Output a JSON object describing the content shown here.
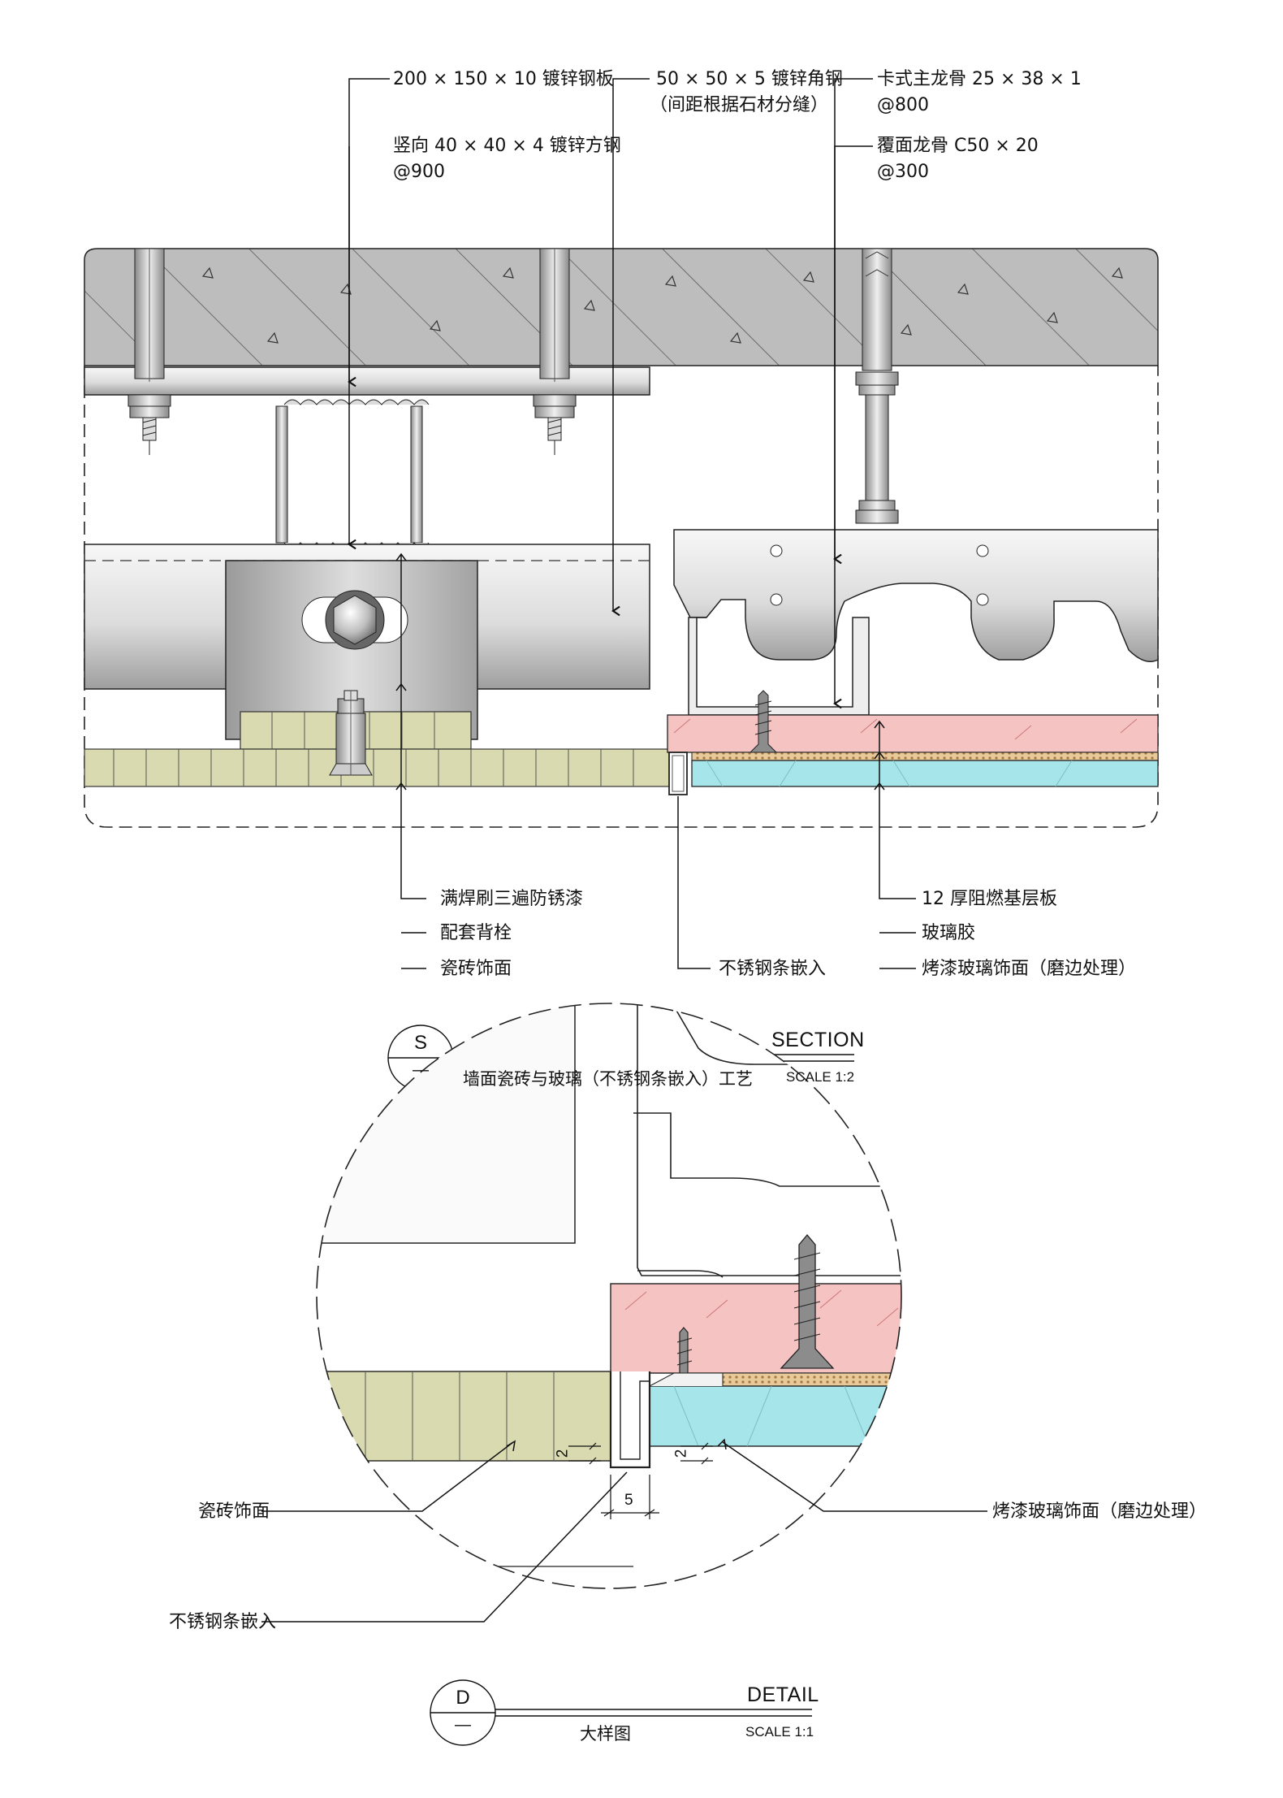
{
  "section": {
    "callouts_top": {
      "steel_plate": "200 × 150 × 10 镀锌钢板",
      "square_tube_line1": "竖向 40 × 40 × 4 镀锌方钢",
      "square_tube_line2": "@900",
      "angle_line1": "50 × 50 × 5 镀锌角钢",
      "angle_line2": "（间距根据石材分缝）",
      "main_keel_line1": "卡式主龙骨 25 × 38 × 1",
      "main_keel_line2": "@800",
      "cover_keel_line1": "覆面龙骨 C50 × 20",
      "cover_keel_line2": "@300"
    },
    "callouts_bottom": {
      "weld": "满焊刷三遍防锈漆",
      "bolt": "配套背栓",
      "tile": "瓷砖饰面",
      "strip": "不锈钢条嵌入",
      "board": "12 厚阻燃基层板",
      "glue": "玻璃胶",
      "glass": "烤漆玻璃饰面（磨边处理）"
    },
    "title_block": {
      "symbol": "S",
      "number": "—",
      "title_en": "SECTION",
      "title_cn": "墙面瓷砖与玻璃（不锈钢条嵌入）工艺",
      "scale": "SCALE 1:2"
    }
  },
  "detail": {
    "callouts": {
      "tile": "瓷砖饰面",
      "strip": "不锈钢条嵌入",
      "glass": "烤漆玻璃饰面（磨边处理）"
    },
    "dimensions": {
      "gap_left": "2",
      "gap_right": "2",
      "strip_width": "5"
    },
    "title_block": {
      "symbol": "D",
      "number": "—",
      "title_en": "DETAIL",
      "title_cn": "大样图",
      "scale": "SCALE 1:1"
    }
  },
  "colors": {
    "concrete": "#bdbdbd",
    "tile": "#d9dab0",
    "board": "#f6c3c3",
    "glass": "#a6e6ea",
    "glue": "#e8c99a",
    "steel_light": "#f2f2f2",
    "steel_dark": "#8c8c8c"
  }
}
